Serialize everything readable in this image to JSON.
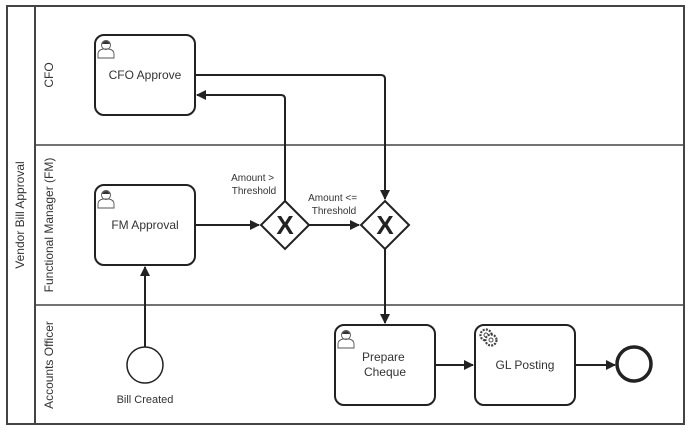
{
  "pool": {
    "title": "Vendor Bill Approval"
  },
  "lanes": [
    {
      "name": "CFO"
    },
    {
      "name": "Functional Manager (FM)"
    },
    {
      "name": "Accounts Officer"
    }
  ],
  "tasks": {
    "cfo_approve": {
      "label": "CFO Approve",
      "type": "user-task"
    },
    "fm_approval": {
      "label": "FM Approval",
      "type": "user-task"
    },
    "prepare_cheque": {
      "line1": "Prepare",
      "line2": "Cheque",
      "type": "user-task"
    },
    "gl_posting": {
      "label": "GL Posting",
      "type": "service-task"
    }
  },
  "events": {
    "start": {
      "label": "Bill Created"
    },
    "end": {
      "label": ""
    }
  },
  "gateways": {
    "g1": {
      "type": "exclusive",
      "marker": "X"
    },
    "g2": {
      "type": "exclusive",
      "marker": "X"
    }
  },
  "flows": {
    "gt_threshold": {
      "line1": "Amount >",
      "line2": "Threshold"
    },
    "le_threshold": {
      "line1": "Amount <=",
      "line2": "Threshold"
    }
  },
  "colors": {
    "stroke": "#222222",
    "icon": "#555555"
  }
}
